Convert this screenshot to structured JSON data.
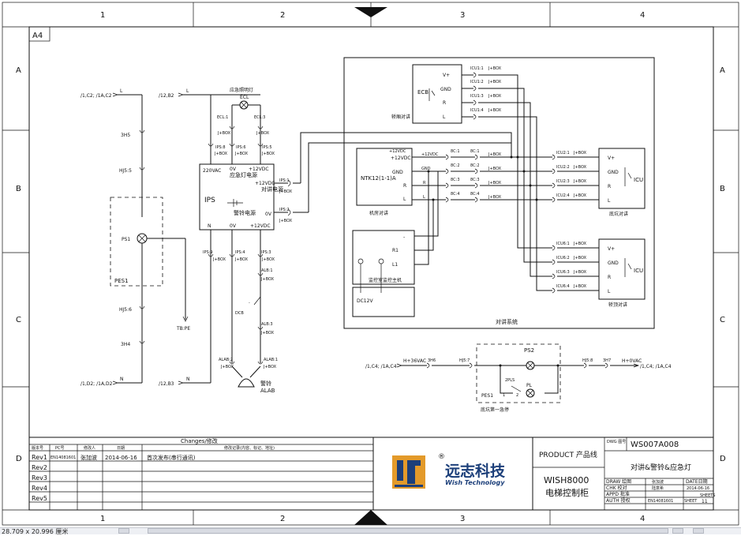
{
  "sheet": {
    "paper": "A4",
    "cols": [
      "1",
      "2",
      "3",
      "4"
    ],
    "rows": [
      "A",
      "B",
      "C",
      "D"
    ]
  },
  "left_circuit": {
    "top_ref": "/1,C2; /1A,C2",
    "top_pin": "L",
    "bot_ref": "/1,D2; /1A,D2",
    "bot_pin": "N",
    "c_top": "3H5",
    "c_top2": "HJ5:5",
    "pes": "PES1",
    "ps": "PS1",
    "c_bot1": "HJ5:6",
    "c_bot2": "3H4",
    "tbpe": "TB:PE"
  },
  "middle": {
    "ref_top": "/12,B2",
    "ref_top_pin": "L",
    "ref_bot": "/12,B3",
    "ref_bot_pin": "N",
    "lamp_title": "应急照明灯",
    "lamp_id": "ECL",
    "ecl1": "ECL:1",
    "ecl3": "ECL:3",
    "ecl1_j": "J+BOX",
    "ecl3_j": "J+BOX",
    "ips8": "IPS:8",
    "ips6": "IPS:6",
    "ips5": "IPS:5",
    "jbox": "J+BOX",
    "ips_220": "220VAC",
    "ips_0v": "0V",
    "ips_12": "+12VDC",
    "ips_name": "IPS",
    "ips_title1": "应急灯电源",
    "ips_title2": "对讲电源",
    "ips_title3": "警铃电源",
    "ips_out12": "+12VDC",
    "ips_out0": "0V",
    "ips_n": "N",
    "ips_b0v": "0V",
    "ips_b12": "+12VDC",
    "ips1": "IPS:1",
    "ips2": "IPS:2",
    "ips9": "IPS:9",
    "ips4": "IPS:4",
    "ips3": "IPS:3",
    "alb1": "ALB:1",
    "alb3": "ALB:3",
    "dcb": "DCB",
    "alab2": "ALAB:2",
    "alab1": "ALAB:1",
    "bell_cn": "警铃",
    "bell_id": "ALAB"
  },
  "intercom": {
    "ecb": "ECB",
    "ecb_pins": [
      "V+",
      "GND",
      "R",
      "L"
    ],
    "icu_top": [
      "ICU1:1",
      "ICU1:2",
      "ICU1:3",
      "ICU1:4"
    ],
    "jbox": "J+BOX",
    "top_label": "轿厢对讲",
    "ntk": "NTK12(1-1)A",
    "ntk_pins": [
      "+12VDC",
      "GND",
      "R",
      "L"
    ],
    "ntk_label": "机房对讲",
    "v12": "+12VDC",
    "gnd": "GND",
    "r": "R",
    "l": "L",
    "c": [
      "8C:1",
      "8C:2",
      "8C:3",
      "8C:4"
    ],
    "icu2": [
      "ICU2:1",
      "ICU2:2",
      "ICU2:3",
      "ICU2:4"
    ],
    "icu6": [
      "ICU6:1",
      "ICU6:2",
      "ICU6:3",
      "ICU6:4"
    ],
    "icu_pins": [
      "V+",
      "GND",
      "R",
      "L"
    ],
    "icu_name": "ICU",
    "pit_label": "底坑对讲",
    "roof_label": "轿顶对讲",
    "mon_pins": [
      "-",
      "R1",
      "L1"
    ],
    "mon_label": "监控室监控主机",
    "dc12": "DC12V",
    "system": "对讲系统"
  },
  "pit_switch": {
    "ref_left": "/1,C4; /1A,C4",
    "h36_l": "H+36VAC",
    "c1": "3H6",
    "c2": "HJ5:7",
    "c3": "HJ5:8",
    "c4": "3H7",
    "h0": "H+0VAC",
    "ref_right": "/1,C4; /1A,C4",
    "ps2": "PS2",
    "pls": "2PLS",
    "pl": "PL",
    "pes1": "PES1",
    "n1": "1",
    "n2": "2",
    "label": "底坑第一急停"
  },
  "changes": {
    "title": "Changes/修改",
    "head": [
      "版本号",
      "PC号",
      "修改人",
      "日期",
      "修改记录(内容、标记、地址)"
    ],
    "rows": [
      {
        "rev": "Rev1",
        "pc": "EN14081601",
        "who": "张加波",
        "date": "2014-06-16",
        "note": "首次发布(串行通讯)"
      },
      {
        "rev": "Rev2",
        "pc": "",
        "who": "",
        "date": "",
        "note": ""
      },
      {
        "rev": "Rev3",
        "pc": "",
        "who": "",
        "date": "",
        "note": ""
      },
      {
        "rev": "Rev4",
        "pc": "",
        "who": "",
        "date": "",
        "note": ""
      },
      {
        "rev": "Rev5",
        "pc": "",
        "who": "",
        "date": "",
        "note": ""
      }
    ]
  },
  "logo": {
    "cn": "远志科技",
    "en": "Wish Technology",
    "reg": "®"
  },
  "title_block": {
    "product_label": "PRODUCT 产品线",
    "product": "WISH8000",
    "product_cn": "电梯控制柜",
    "dwg_label": "DWG 图号",
    "dwg": "WS007A008",
    "title": "对讲&警铃&应急灯",
    "draw_l": "DRAW 绘图",
    "draw_v": "张加波",
    "date_l": "DATE日期",
    "date_v": "2014-06-16",
    "chk_l": "CHK 校对",
    "chk_v": "陆意希",
    "appd_l": "APPD 批准",
    "auth_l": "AUTH 授权",
    "auth_v": "EN14081601",
    "sheet_l": "SHEET",
    "sheets_l": "SHEETS",
    "sheet_v": "11"
  },
  "status": {
    "coords": "28.709 x 20.996 厘米"
  }
}
